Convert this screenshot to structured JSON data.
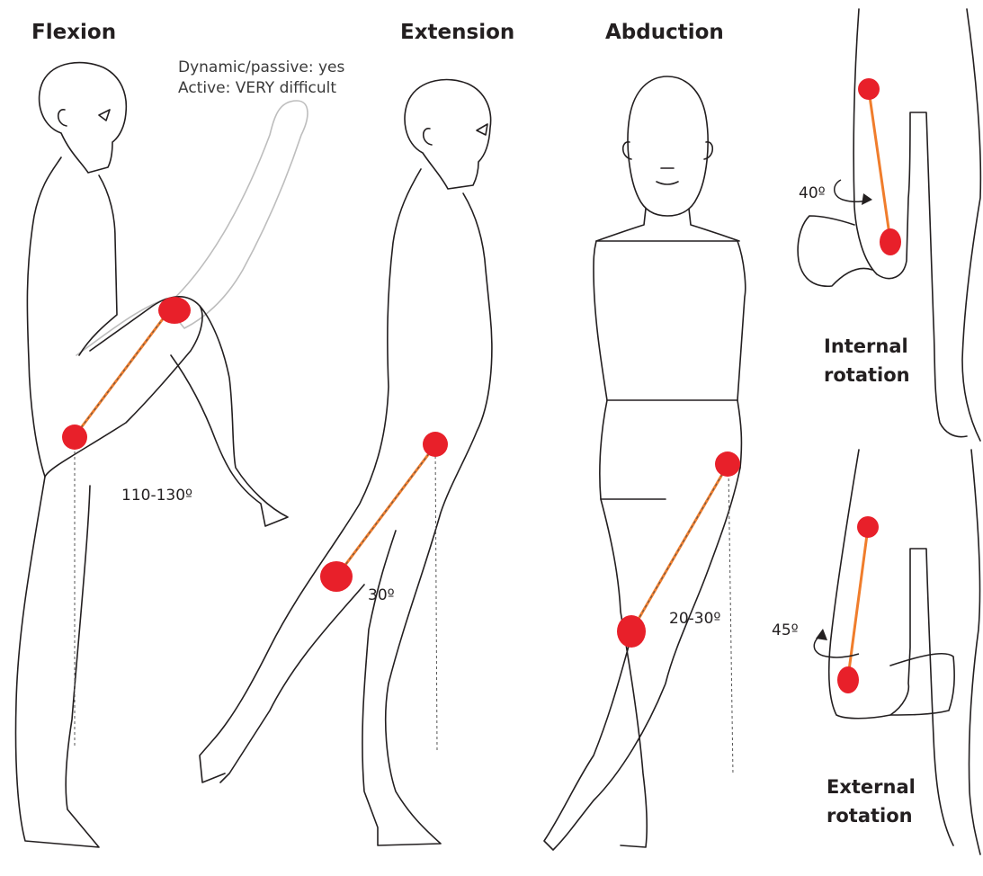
{
  "colors": {
    "joint": "#e8202a",
    "segment": "#f07d2c",
    "outline": "#231f20",
    "ghost": "#bdbdbd"
  },
  "flexion": {
    "title": "Flexion",
    "angle": "110-130º",
    "note_line1": "Dynamic/passive: yes",
    "note_line2": "Active: VERY difficult"
  },
  "extension": {
    "title": "Extension",
    "angle": "30º"
  },
  "abduction": {
    "title": "Abduction",
    "angle": "20-30º"
  },
  "internal_rotation": {
    "title_line1": "Internal",
    "title_line2": "rotation",
    "angle": "40º"
  },
  "external_rotation": {
    "title_line1": "External",
    "title_line2": "rotation",
    "angle": "45º"
  }
}
